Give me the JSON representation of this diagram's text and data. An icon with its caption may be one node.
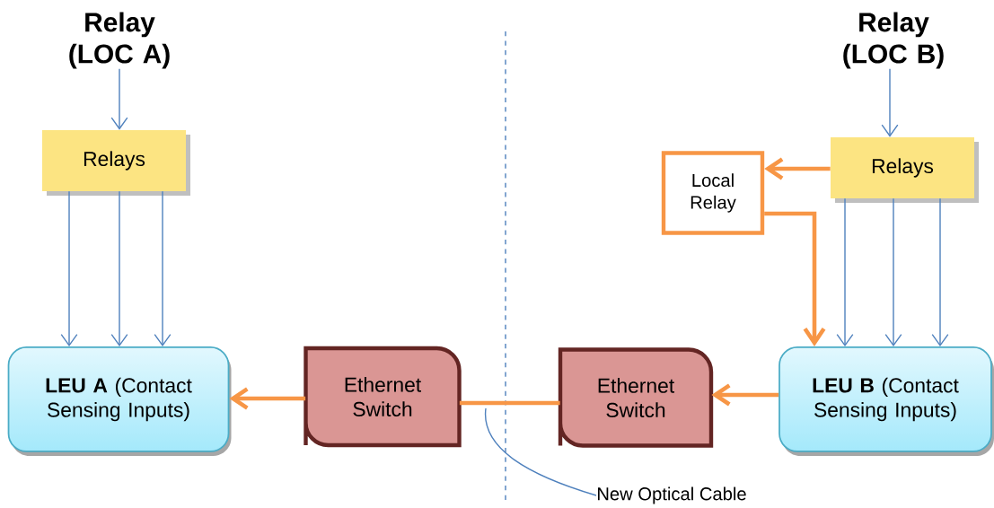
{
  "diagram": {
    "nodes": [
      {
        "text": [
          "Relay (LOC A)"
        ]
      },
      {
        "text": [
          "Relays"
        ]
      },
      {
        "text": [
          "**LEU A** (Contact Sensing Inputs)"
        ]
      },
      {
        "text": [
          "Ethernet Switch"
        ]
      },
      {
        "text": [
          "Relay (LOC B)"
        ]
      },
      {
        "text": [
          "Local Relay"
        ]
      },
      {
        "text": [
          "Relays"
        ]
      },
      {
        "text": [
          "Ethernet Switch"
        ]
      },
      {
        "text": [
          "**LEU B** (Contact Sensing Inputs)"
        ]
      },
      {
        "text": [
          "New Optical Cable"
        ]
      }
    ],
    "edges": [
      {
        "from": 0,
        "to": 1,
        "arrow": "to"
      },
      {
        "from": 1,
        "to": 2,
        "arrow": "to"
      },
      {
        "from": 1,
        "to": 2,
        "arrow": "to"
      },
      {
        "from": 1,
        "to": 2,
        "arrow": "to"
      },
      {
        "from": 3,
        "to": 2,
        "arrow": "to",
        "style": "thick",
        "color": "#f79646"
      },
      {
        "from": 7,
        "to": 3,
        "arrow": "none",
        "style": "thick",
        "color": "#f79646"
      },
      {
        "from": 4,
        "to": 6,
        "arrow": "to"
      },
      {
        "from": 6,
        "to": 5,
        "arrow": "to",
        "style": "thick",
        "color": "#f79646"
      },
      {
        "from": 5,
        "to": 8,
        "arrow": "to",
        "style": "thick",
        "color": "#f79646"
      },
      {
        "from": 6,
        "to": 8,
        "arrow": "to"
      },
      {
        "from": 6,
        "to": 8,
        "arrow": "to"
      },
      {
        "from": 6,
        "to": 8,
        "arrow": "to"
      },
      {
        "from": 8,
        "to": 7,
        "arrow": "to",
        "style": "thick",
        "color": "#f79646"
      },
      {
        "from": 9,
        "to": null,
        "arrow": "none"
      }
    ]
  }
}
